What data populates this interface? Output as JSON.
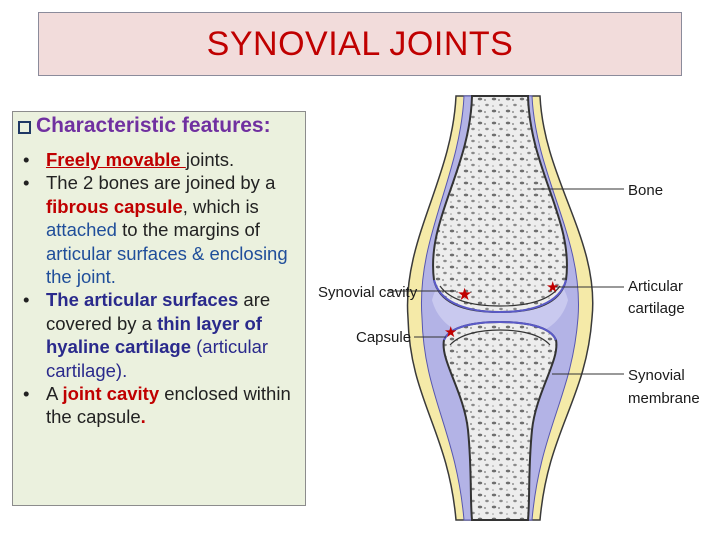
{
  "title": "SYNOVIAL JOINTS",
  "heading": "Characteristic features:",
  "features": {
    "f1": {
      "a": "Freely movable ",
      "b": "joints."
    },
    "f2": {
      "a": "The 2 bones are joined by a ",
      "b": "fibrous capsule",
      "c": ", which is ",
      "d": "attached",
      "e": " to the margins of ",
      "f": "articular surfaces & enclosing the joint."
    },
    "f3": {
      "a": "The articular surfaces",
      "b": " are covered by a ",
      "c": "thin layer of hyaline cartilage",
      "d": " (articular cartilage)."
    },
    "f4": {
      "a": "A ",
      "b": "joint cavity",
      "c": " enclosed within the capsule",
      "d": "."
    }
  },
  "diagram": {
    "labels": {
      "bone": "Bone",
      "articular": "Articular",
      "cartilage": "cartilage",
      "synovial_cavity": "Synovial cavity",
      "capsule": "Capsule",
      "synovial": "Synovial",
      "membrane": "membrane"
    },
    "colors": {
      "capsule": "#f5eaa8",
      "membrane": "#a9a9e0",
      "bone": "#eeeeee",
      "accent": "#c00000"
    }
  }
}
